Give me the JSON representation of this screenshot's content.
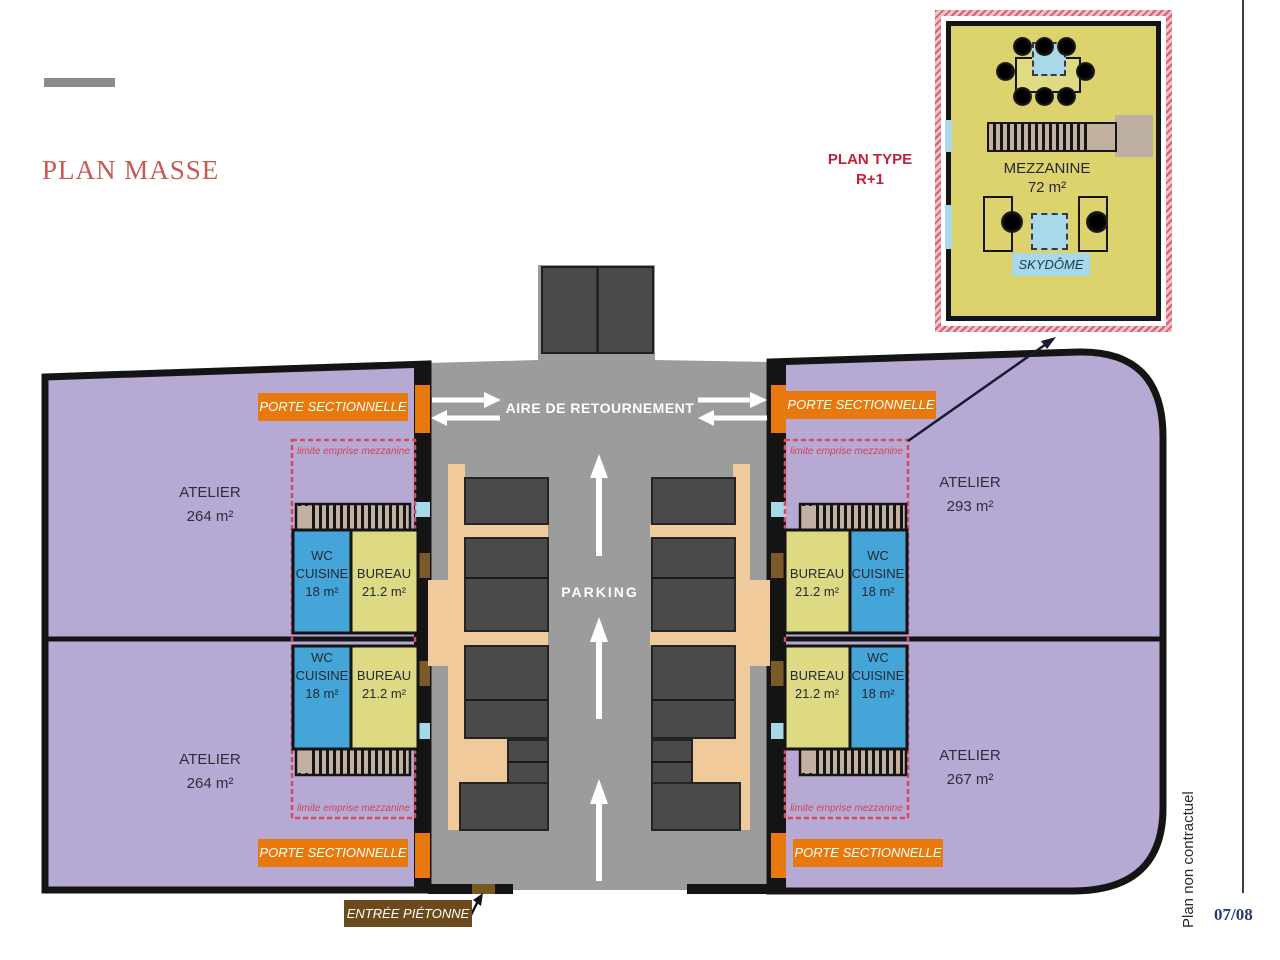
{
  "page": {
    "title": "PLAN MASSE",
    "page_number": "07/08",
    "disclaimer": "Plan non contractuel"
  },
  "inset": {
    "label": "PLAN TYPE",
    "level": "R+1",
    "room": "MEZZANINE",
    "room_area": "72 m²",
    "skydome": "SKYDÔME"
  },
  "labels": {
    "porte": "PORTE SECTIONNELLE",
    "limite": "limite emprise mezzanine",
    "aire": "AIRE DE RETOURNEMENT",
    "parking": "PARKING",
    "entree": "ENTRÉE PIÉTONNE"
  },
  "rooms": {
    "wc": {
      "l1": "WC",
      "l2": "CUISINE",
      "area": "18 m²"
    },
    "bureau": {
      "name": "BUREAU",
      "area": "21.2 m²"
    },
    "ateliers": [
      {
        "name": "ATELIER",
        "area": "264 m²"
      },
      {
        "name": "ATELIER",
        "area": "264 m²"
      },
      {
        "name": "ATELIER",
        "area": "293 m²"
      },
      {
        "name": "ATELIER",
        "area": "267 m²"
      }
    ]
  },
  "colors": {
    "atelier_purple": "#b6aad4",
    "parking_gray": "#9c9c9c",
    "spot_dark": "#4a4a4a",
    "walkway_tan": "#f1ca9b",
    "door_orange": "#e8790f",
    "wc_blue": "#45a4d8",
    "bureau_khaki": "#ded983",
    "window_teal": "#a6d9e8",
    "door_brown": "#7a5a28",
    "mezzanine_limit_red": "#d64a5e",
    "title_red": "#c65b52",
    "page_number_blue": "#273c74"
  }
}
